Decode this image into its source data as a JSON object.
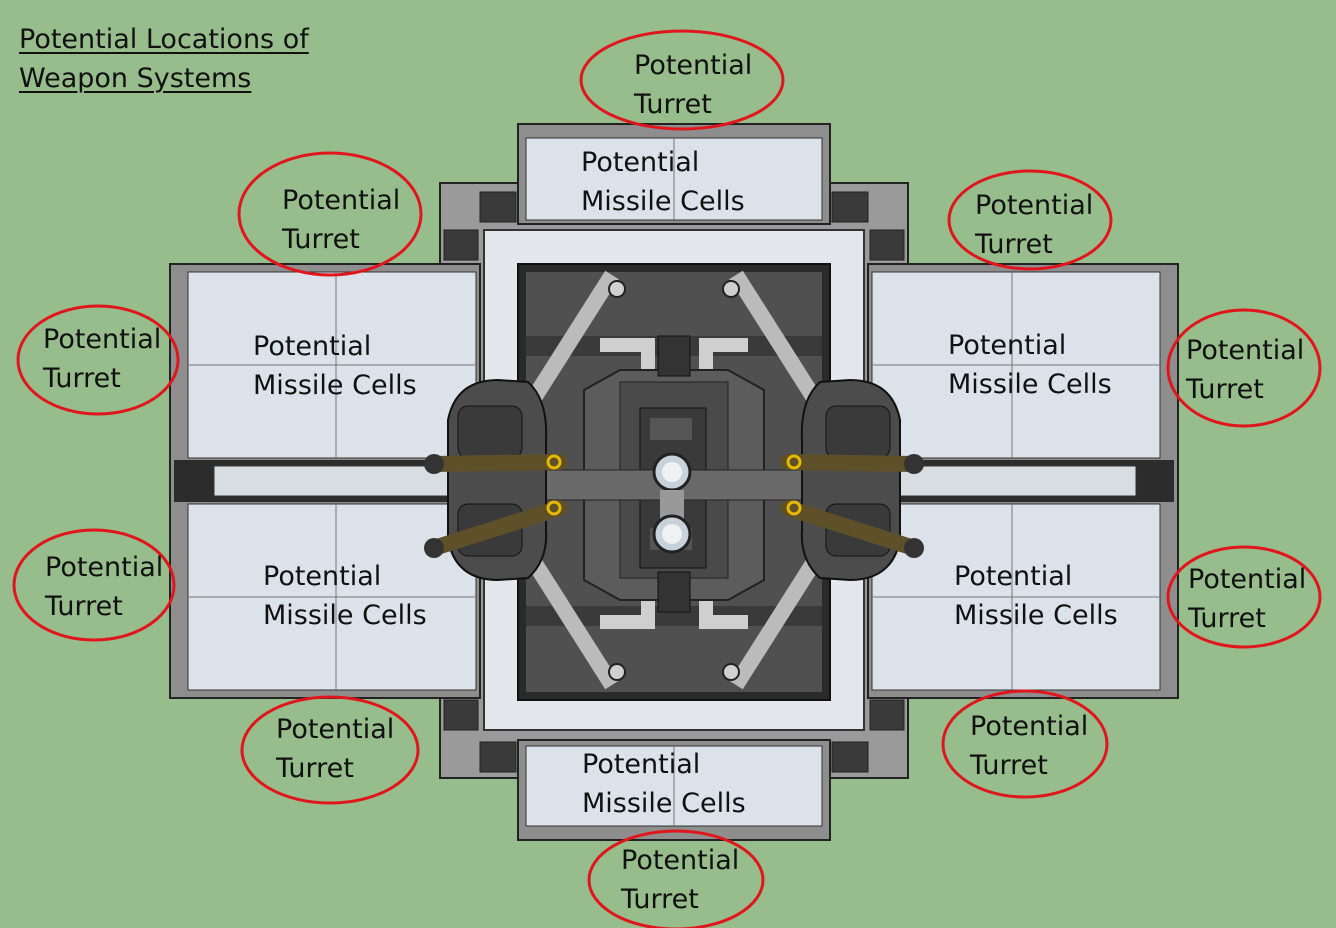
{
  "title": {
    "line1": "Potential Locations of",
    "line2": "Weapon Systems"
  },
  "turret_label": {
    "line1": "Potential",
    "line2": "Turret"
  },
  "missile_label": {
    "line1": "Potential",
    "line2": "Missile Cells"
  },
  "colors": {
    "background": "#98bd8c",
    "marker_ellipse": "#e0161c",
    "hull_frame": "#8a8a8a",
    "cell_panel": "#dde3ea",
    "engine_dark": "#4a4a4a",
    "arm_bronze": "#5e5028"
  }
}
